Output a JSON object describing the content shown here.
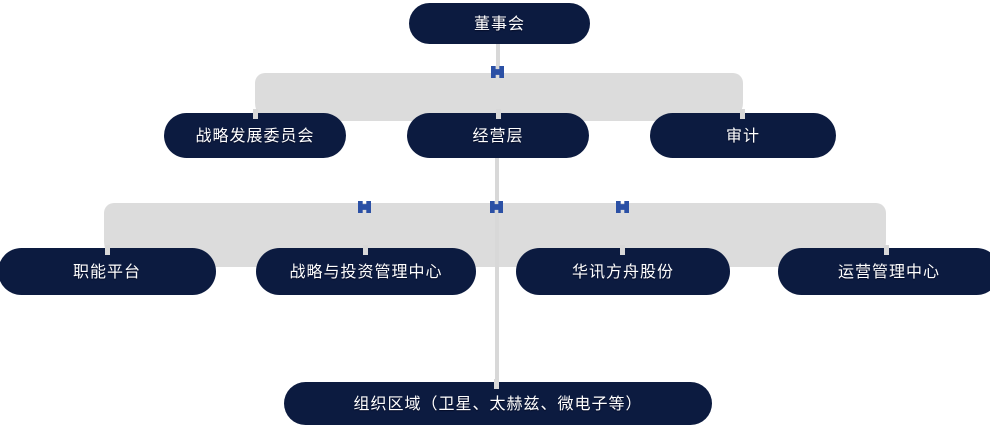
{
  "palette": {
    "node_gradient_top": "#2e4d82",
    "node_gradient_mid": "#1a3161",
    "node_gradient_bottom": "#0e2049",
    "node_rim": "#0c1b40",
    "connector_band": "#dcdcdc",
    "connector_line": "#d8d8d8",
    "junction_blue": "#2b50a5",
    "text": "#ffffff",
    "page_bg": "#ffffff"
  },
  "icons": {
    "junction": "junction-cross-icon"
  },
  "org": {
    "type": "organization-chart",
    "level1": {
      "board": {
        "label": "董事会"
      }
    },
    "level2": {
      "strategy_committee": {
        "label": "战略发展委员会"
      },
      "management": {
        "label": "经营层"
      },
      "audit": {
        "label": "审计"
      }
    },
    "level3": {
      "functional_platform": {
        "label": "职能平台"
      },
      "strategy_investment_center": {
        "label": "战略与投资管理中心"
      },
      "huaxun_fangzhou": {
        "label": "华讯方舟股份"
      },
      "operations_center": {
        "label": "运营管理中心"
      }
    },
    "level4": {
      "org_regions": {
        "label": "组织区域（卫星、太赫兹、微电子等）"
      }
    },
    "hierarchy": {
      "董事会": {
        "经营层": {
          "战略与投资管理中心": {},
          "华讯方舟股份": {},
          "职能平台": {},
          "运营管理中心": {},
          "组织区域（卫星、太赫兹、微电子等）": {}
        },
        "战略发展委员会": {},
        "审计": {}
      }
    }
  }
}
